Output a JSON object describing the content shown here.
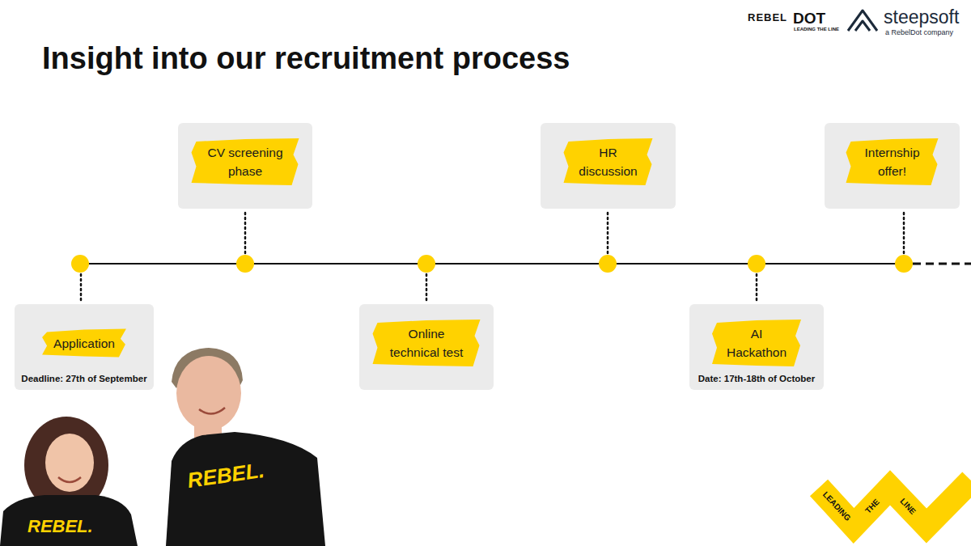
{
  "diagram": {
    "title": "Insight into our recruitment process",
    "nodes": [
      {
        "text": [
          "Application",
          "Deadline: 27th of September"
        ]
      },
      {
        "text": [
          "CV screening phase"
        ]
      },
      {
        "text": [
          "Online technical test"
        ]
      },
      {
        "text": [
          "HR discussion"
        ]
      },
      {
        "text": [
          "AI Hackathon",
          "Date: 17th-18th of October"
        ]
      },
      {
        "text": [
          "Internship offer!"
        ]
      }
    ],
    "labels": [
      "REBEL",
      "DOT",
      "LEADING THE LINE",
      "steepsoft",
      "a RebelDot company",
      "REBEL.",
      "REBEL.",
      "LEADING",
      "THE",
      "LINE"
    ]
  }
}
